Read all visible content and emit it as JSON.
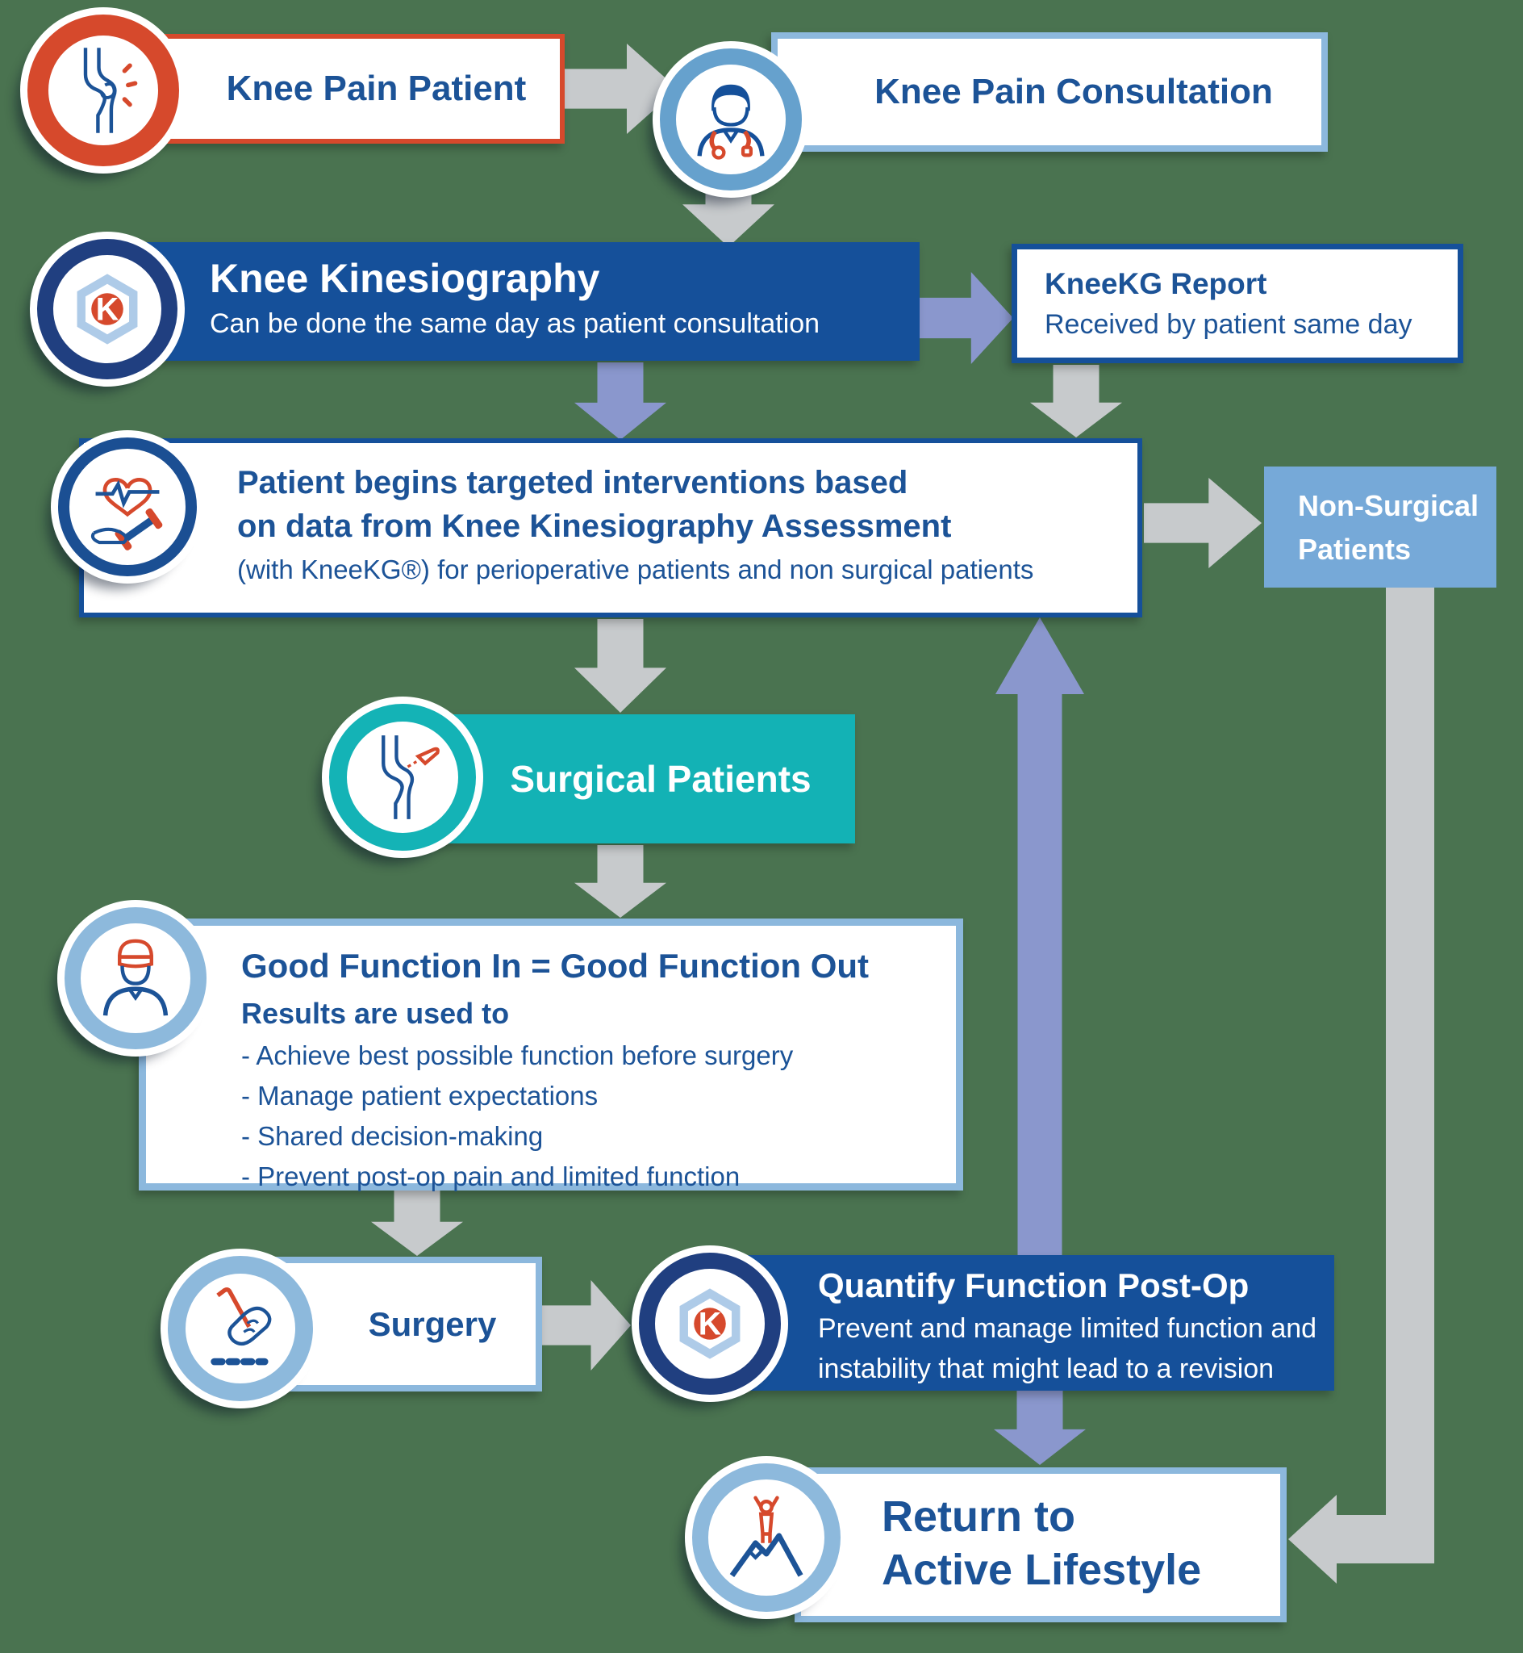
{
  "title": "Knee Kinesiography patient journey flowchart",
  "colors": {
    "background": "#4a7350",
    "dark_blue": "#15509a",
    "text_blue": "#1c5397",
    "red_orange": "#d6492c",
    "light_blue_border": "#8cb8dd",
    "light_blue_fill": "#76a9d8",
    "teal": "#13b2b5",
    "gray_arrow": "#c7cacc",
    "periwinkle_arrow": "#8a97cd",
    "navy_ring": "#203f80"
  },
  "nodes": {
    "knee_pain_patient": {
      "label": "Knee Pain Patient"
    },
    "knee_pain_consultation": {
      "label": "Knee Pain Consultation"
    },
    "knee_kinesiography": {
      "title": "Knee Kinesiography",
      "subtitle": "Can be done the same day as patient consultation"
    },
    "kneekg_report": {
      "title": "KneeKG Report",
      "subtitle": "Received by patient same day"
    },
    "interventions": {
      "line1": "Patient begins targeted interventions based",
      "line2": "on data from Knee Kinesiography Assessment",
      "line3": "(with KneeKG®) for perioperative patients and non surgical patients"
    },
    "non_surgical": {
      "line1": "Non-Surgical",
      "line2": "Patients"
    },
    "surgical": {
      "label": "Surgical Patients"
    },
    "good_function": {
      "title": "Good Function In = Good Function Out",
      "subtitle": "Results are used to",
      "bullets": [
        "- Achieve best possible function before surgery",
        "- Manage patient expectations",
        "- Shared decision-making",
        "- Prevent post-op pain and limited function"
      ]
    },
    "surgery": {
      "label": "Surgery"
    },
    "quantify": {
      "title": "Quantify Function Post-Op",
      "line1": "Prevent and manage limited function and",
      "line2": "instability that might lead to a revision"
    },
    "return_active": {
      "line1": "Return to",
      "line2": "Active Lifestyle"
    }
  },
  "icons": {
    "knee": "knee-joint-pain-icon",
    "doctor": "doctor-icon",
    "kneekg_logo": "kneekg-logo-icon",
    "activity": "heart-pulse-exercise-icon",
    "surgical_knee": "knee-scalpel-icon",
    "surgeon": "surgeon-cap-icon",
    "scalpel_hand": "hand-scalpel-icon",
    "mountain": "mountain-climber-icon"
  }
}
